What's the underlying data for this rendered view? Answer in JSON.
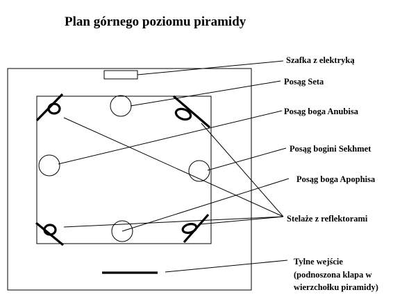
{
  "title": "Plan górnego poziomu piramidy",
  "labels": {
    "szafka": "Szafka z elektryką",
    "set": "Posąg Seta",
    "anubis": "Posąg boga Anubisa",
    "sekhmet": "Posąg bogini Sekhmet",
    "apophis": "Posąg boga Apophisa",
    "stelaze": "Stelaże z reflektorami",
    "wejscie_line1": "Tylne wejście",
    "wejscie_line2": "(podnoszona klapa w",
    "wejscie_line3": "wierzchołku piramidy)"
  }
}
